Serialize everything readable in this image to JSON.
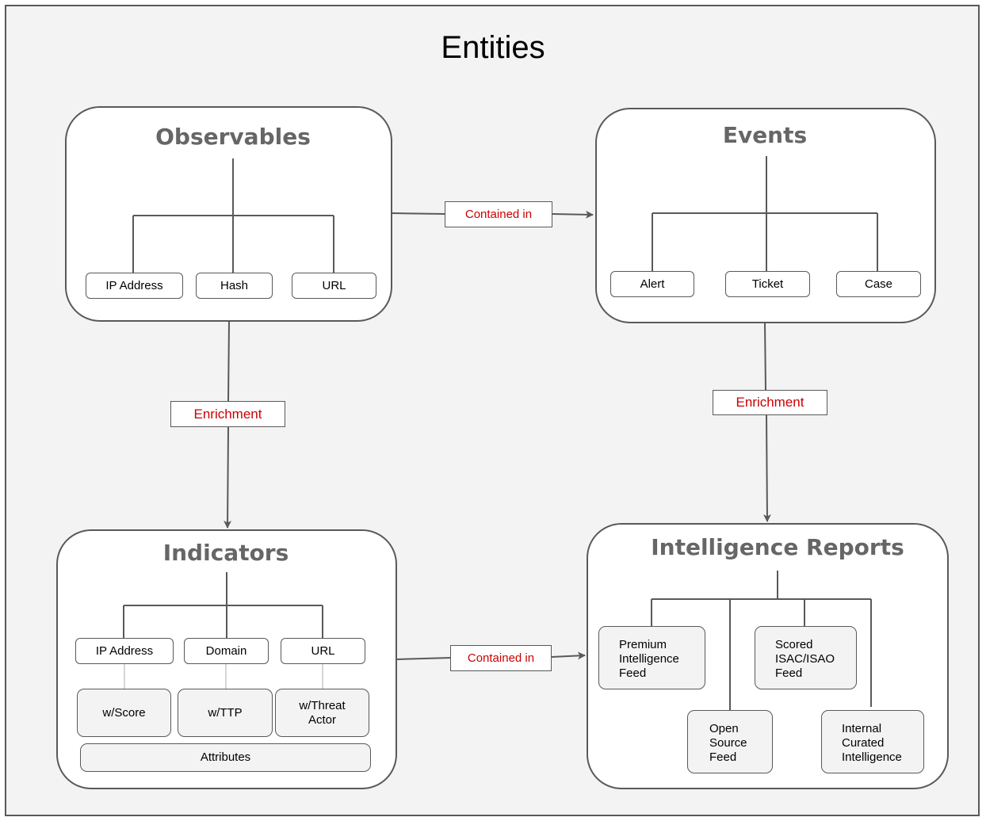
{
  "title": "Entities",
  "panels": {
    "observables": {
      "title": "Observables",
      "items": [
        "IP Address",
        "Hash",
        "URL"
      ]
    },
    "events": {
      "title": "Events",
      "items": [
        "Alert",
        "Ticket",
        "Case"
      ]
    },
    "indicators": {
      "title": "Indicators",
      "items": [
        "IP Address",
        "Domain",
        "URL"
      ],
      "attributes": [
        "w/Score",
        "w/TTP",
        "w/Threat\nActor"
      ],
      "attributes_label": "Attributes"
    },
    "intelligence_reports": {
      "title": "Intelligence Reports",
      "feeds": [
        "Premium\nIntelligence\nFeed",
        "Open\nSource\nFeed",
        "Scored\nISAC/ISAO\nFeed",
        "Internal\nCurated\nIntelligence"
      ]
    }
  },
  "relations": {
    "observables_to_events": "Contained in",
    "indicators_to_reports": "Contained in",
    "observables_to_indicators": "Enrichment",
    "events_to_reports": "Enrichment"
  },
  "colors": {
    "frame_bg": "#f3f3f3",
    "border": "#595959",
    "panel_title": "#666666",
    "relation_label": "#cc0000"
  }
}
